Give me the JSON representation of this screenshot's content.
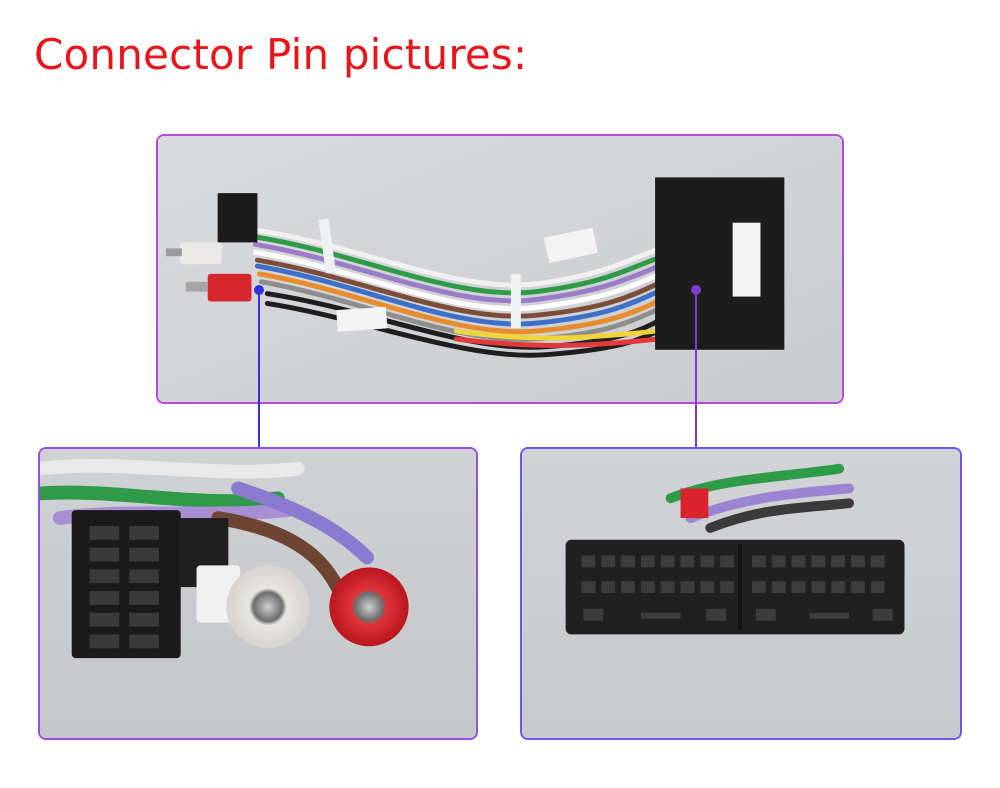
{
  "header": {
    "title": "Connector Pin pictures:"
  },
  "colors": {
    "title": "#e8151b",
    "panel_border_top": "#b54bd6",
    "panel_border_left": "#9b4fe0",
    "panel_border_right": "#6d55f0",
    "callout_left": "#2f34e0",
    "callout_right": "#7a3fcf"
  },
  "photos": {
    "top": "wiring-harness-overview",
    "left": "iso-connector-and-rca-closeup",
    "right": "vehicle-side-connector-closeup"
  }
}
